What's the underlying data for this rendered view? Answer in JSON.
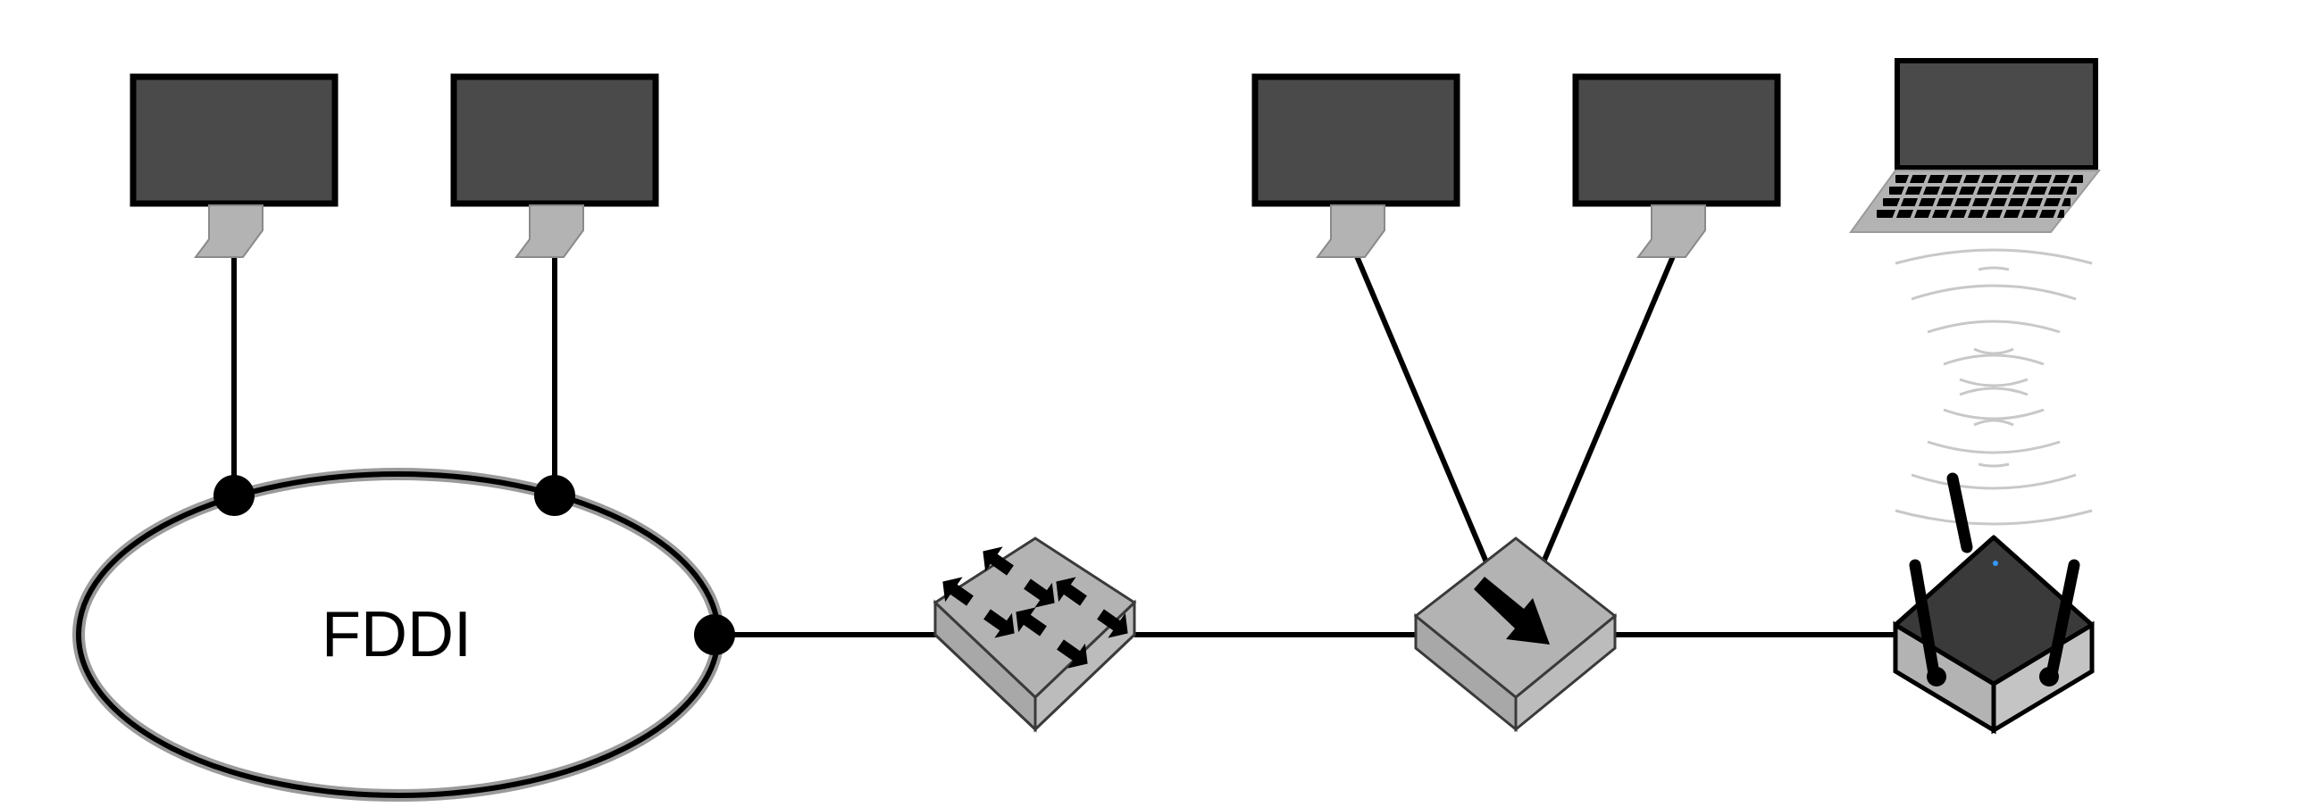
{
  "ring": {
    "label": "FDDI"
  },
  "nodes": [
    {
      "id": "pc-1",
      "kind": "desktop-computer"
    },
    {
      "id": "pc-2",
      "kind": "desktop-computer"
    },
    {
      "id": "pc-3",
      "kind": "desktop-computer"
    },
    {
      "id": "pc-4",
      "kind": "desktop-computer"
    },
    {
      "id": "laptop-1",
      "kind": "laptop"
    },
    {
      "id": "switch-1",
      "kind": "network-switch"
    },
    {
      "id": "router-1",
      "kind": "router"
    },
    {
      "id": "wireless-ap-1",
      "kind": "wireless-access-point"
    }
  ],
  "links": [
    {
      "from": "pc-1",
      "to": "fddi-ring",
      "type": "wired"
    },
    {
      "from": "pc-2",
      "to": "fddi-ring",
      "type": "wired"
    },
    {
      "from": "fddi-ring",
      "to": "switch-1",
      "type": "wired"
    },
    {
      "from": "switch-1",
      "to": "router-1",
      "type": "wired"
    },
    {
      "from": "pc-3",
      "to": "router-1",
      "type": "wired"
    },
    {
      "from": "pc-4",
      "to": "router-1",
      "type": "wired"
    },
    {
      "from": "router-1",
      "to": "wireless-ap-1",
      "type": "wired"
    },
    {
      "from": "wireless-ap-1",
      "to": "laptop-1",
      "type": "wireless"
    }
  ],
  "colors": {
    "screen": "#4a4a4a",
    "device_body": "#b3b3b3",
    "device_dark": "#3a3a3a",
    "line": "#000000",
    "wave": "#c8c8c8",
    "led": "#3399ff"
  }
}
